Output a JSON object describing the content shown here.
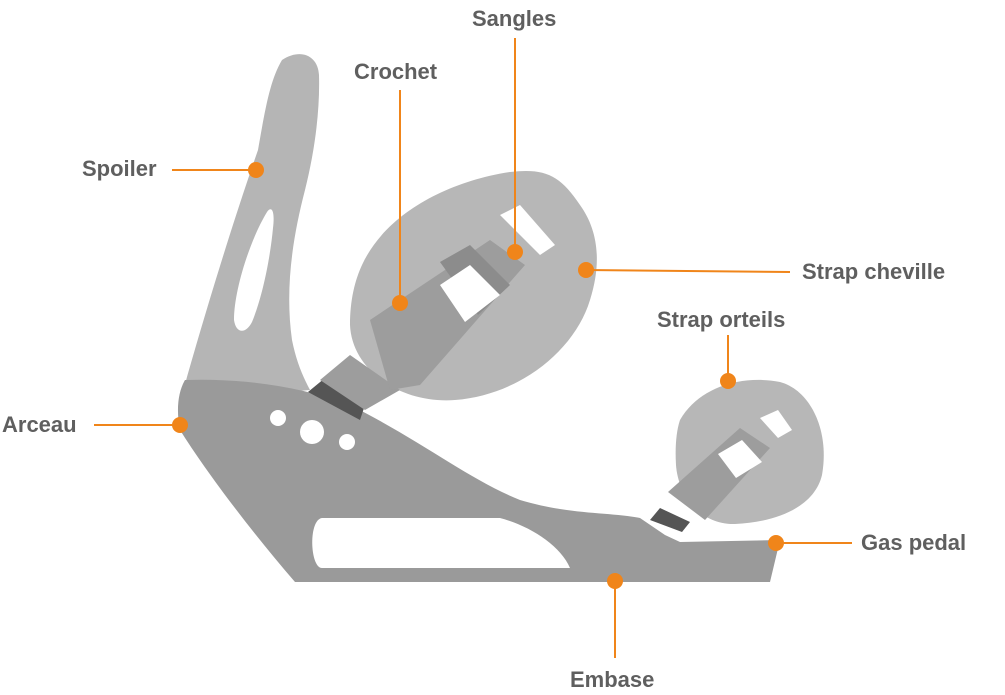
{
  "diagram": {
    "colors": {
      "accent": "#f0851a",
      "label_text": "#5f5f5f",
      "body_light": "#b5b5b5",
      "body_dark": "#9a9a9a",
      "strap_light": "#b7b7b7",
      "buckle": "#9d9d9d",
      "buckle_inner": "#8c8c8c",
      "hook_dark": "#555555",
      "white": "#ffffff"
    },
    "labels": {
      "spoiler": "Spoiler",
      "crochet": "Crochet",
      "sangles": "Sangles",
      "strap_cheville": "Strap cheville",
      "strap_orteils": "Strap orteils",
      "arceau": "Arceau",
      "gas_pedal": "Gas pedal",
      "embase": "Embase"
    }
  }
}
